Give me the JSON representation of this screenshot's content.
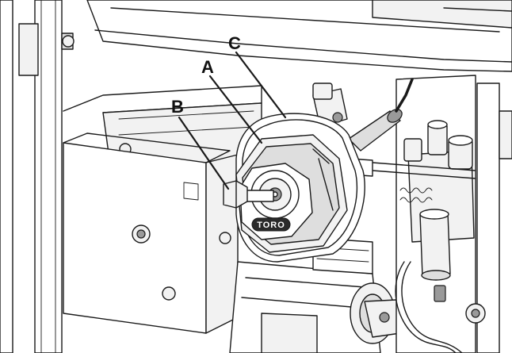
{
  "callouts": {
    "a": "A",
    "b": "B",
    "c": "C"
  },
  "brand": "TORO",
  "colors": {
    "line": "#1a1a1a",
    "fill_light": "#f2f2f2",
    "fill_mid": "#dedede",
    "fill_dark": "#9a9a9a",
    "badge": "#2a2a2a"
  }
}
